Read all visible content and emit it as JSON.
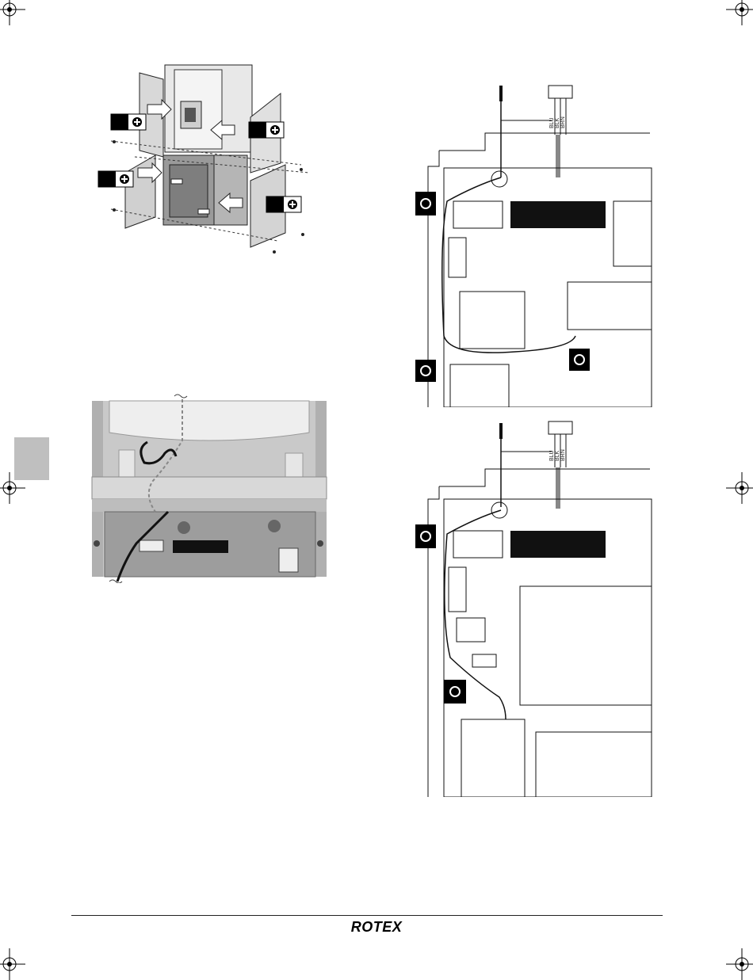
{
  "footer": {
    "logo_text": "ROTEX"
  },
  "wire_labels": {
    "top": [
      "BLU",
      "BLK",
      "BRN"
    ],
    "bottom": [
      "BLU",
      "BLK",
      "BRN"
    ]
  },
  "colors": {
    "ink": "#111111",
    "side_tab": "#bfbfbf",
    "panel_grey": "#9a9a9a"
  },
  "icons": [
    "registration-mark-icon",
    "screw-plus-icon",
    "arrow-right-icon",
    "arrow-left-icon",
    "cable-tie-icon"
  ]
}
